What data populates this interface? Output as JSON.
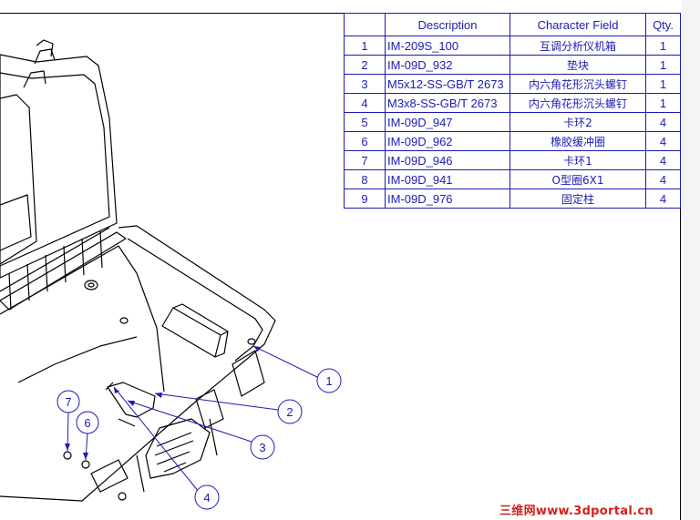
{
  "table": {
    "headers": [
      "",
      "Description",
      "Character Field",
      "Qty."
    ],
    "rows": [
      {
        "no": "1",
        "description": "IM-209S_100",
        "field": "互调分析仪机箱",
        "qty": "1"
      },
      {
        "no": "2",
        "description": "IM-09D_932",
        "field": "垫块",
        "qty": "1"
      },
      {
        "no": "3",
        "description": "M5x12-SS-GB/T 2673",
        "field": "内六角花形沉头螺钉",
        "qty": "1"
      },
      {
        "no": "4",
        "description": "M3x8-SS-GB/T 2673",
        "field": "内六角花形沉头螺钉",
        "qty": "1"
      },
      {
        "no": "5",
        "description": "IM-09D_947",
        "field": "卡环2",
        "qty": "4"
      },
      {
        "no": "6",
        "description": "IM-09D_962",
        "field": "橡胶缓冲圈",
        "qty": "4"
      },
      {
        "no": "7",
        "description": "IM-09D_946",
        "field": "卡环1",
        "qty": "4"
      },
      {
        "no": "8",
        "description": "IM-09D_941",
        "field": "O型圈6X1",
        "qty": "4"
      },
      {
        "no": "9",
        "description": "IM-09D_976",
        "field": "固定柱",
        "qty": "4"
      }
    ]
  },
  "balloons": [
    "1",
    "2",
    "3",
    "4",
    "6",
    "7"
  ],
  "watermark": "三维网www.3dportal.cn",
  "colors": {
    "annotation": "#1b1bb5",
    "watermark": "#d4201c",
    "line": "#000000"
  }
}
